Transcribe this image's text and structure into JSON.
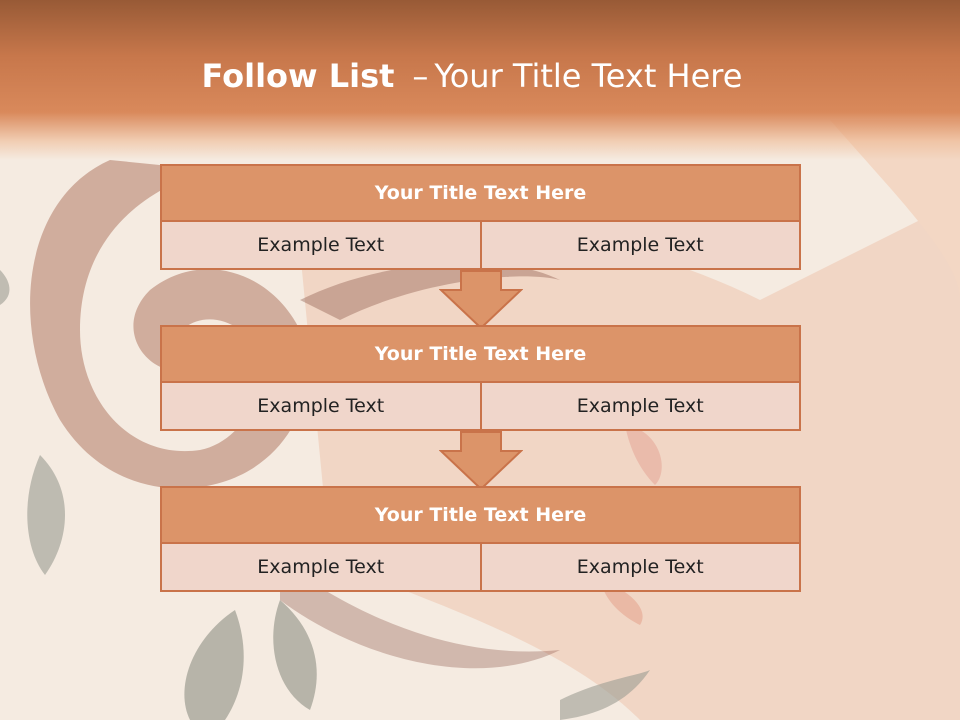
{
  "slide": {
    "title_bold": "Follow List",
    "title_dash": "–",
    "title_rest": "Your Title Text Here"
  },
  "blocks": [
    {
      "title": "Your Title Text Here",
      "cells": [
        "Example Text",
        "Example Text"
      ]
    },
    {
      "title": "Your Title Text Here",
      "cells": [
        "Example Text",
        "Example Text"
      ]
    },
    {
      "title": "Your Title Text Here",
      "cells": [
        "Example Text",
        "Example Text"
      ]
    }
  ],
  "colors": {
    "header": "#c7774b",
    "block_title_fill": "#dc9469",
    "block_border": "#c9734a",
    "cell_fill": "#f0d6cb",
    "arrow_fill": "#dc9469"
  }
}
